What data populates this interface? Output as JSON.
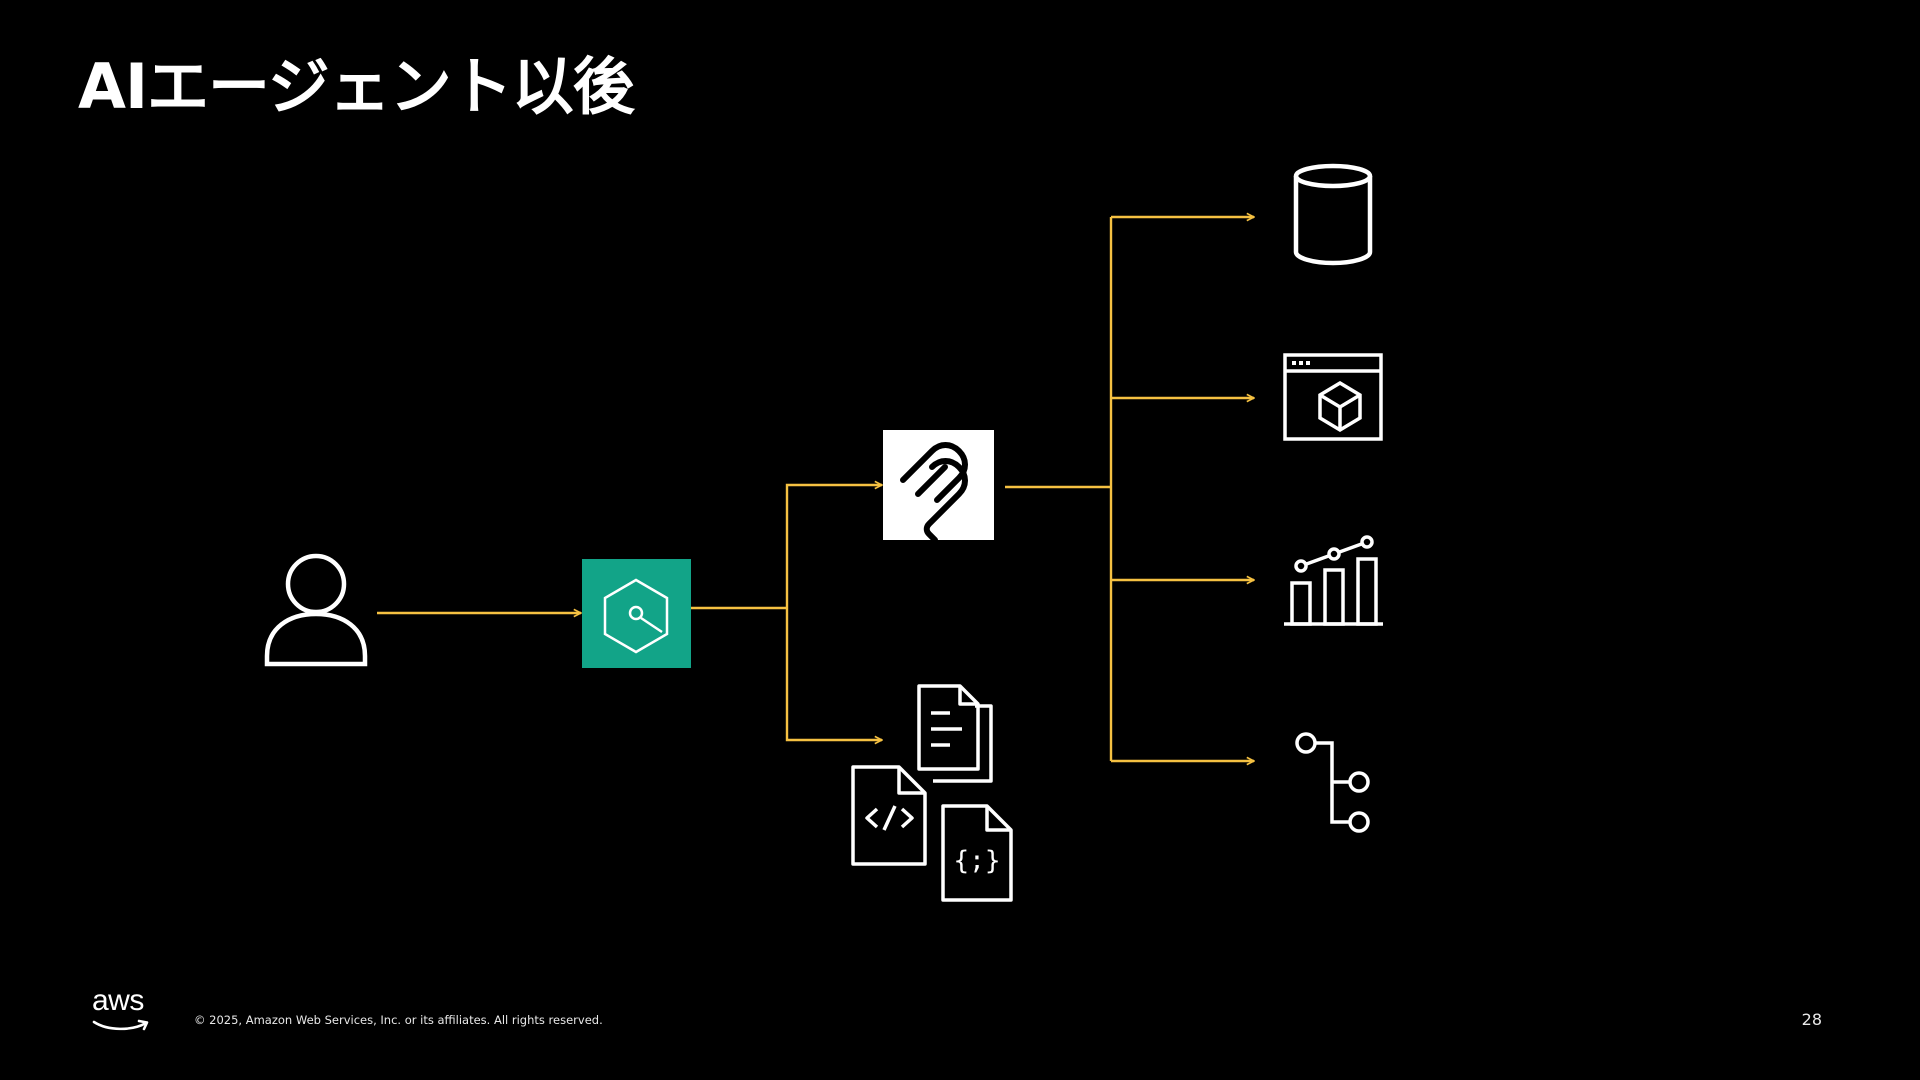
{
  "slide": {
    "title": "AIエージェント以後",
    "page_number": "28"
  },
  "footer": {
    "logo_text": "aws",
    "copyright": "© 2025, Amazon Web Services, Inc. or its affiliates. All rights reserved."
  },
  "colors": {
    "background": "#000000",
    "arrow": "#F5C142",
    "agent_box": "#12A488",
    "icon_stroke": "#FFFFFF"
  },
  "diagram": {
    "nodes": [
      {
        "id": "user",
        "icon": "user-icon"
      },
      {
        "id": "agent",
        "icon": "agent-hexagon-icon"
      },
      {
        "id": "mcp",
        "icon": "mcp-icon"
      },
      {
        "id": "files",
        "icon": "documents-icon"
      },
      {
        "id": "database",
        "icon": "database-icon"
      },
      {
        "id": "app",
        "icon": "application-window-icon"
      },
      {
        "id": "analytics",
        "icon": "analytics-chart-icon"
      },
      {
        "id": "git",
        "icon": "git-branch-icon"
      }
    ],
    "edges": [
      {
        "from": "user",
        "to": "agent"
      },
      {
        "from": "agent",
        "to": "mcp"
      },
      {
        "from": "agent",
        "to": "files"
      },
      {
        "from": "mcp",
        "to": "database"
      },
      {
        "from": "mcp",
        "to": "app"
      },
      {
        "from": "mcp",
        "to": "analytics"
      },
      {
        "from": "mcp",
        "to": "git"
      }
    ]
  }
}
